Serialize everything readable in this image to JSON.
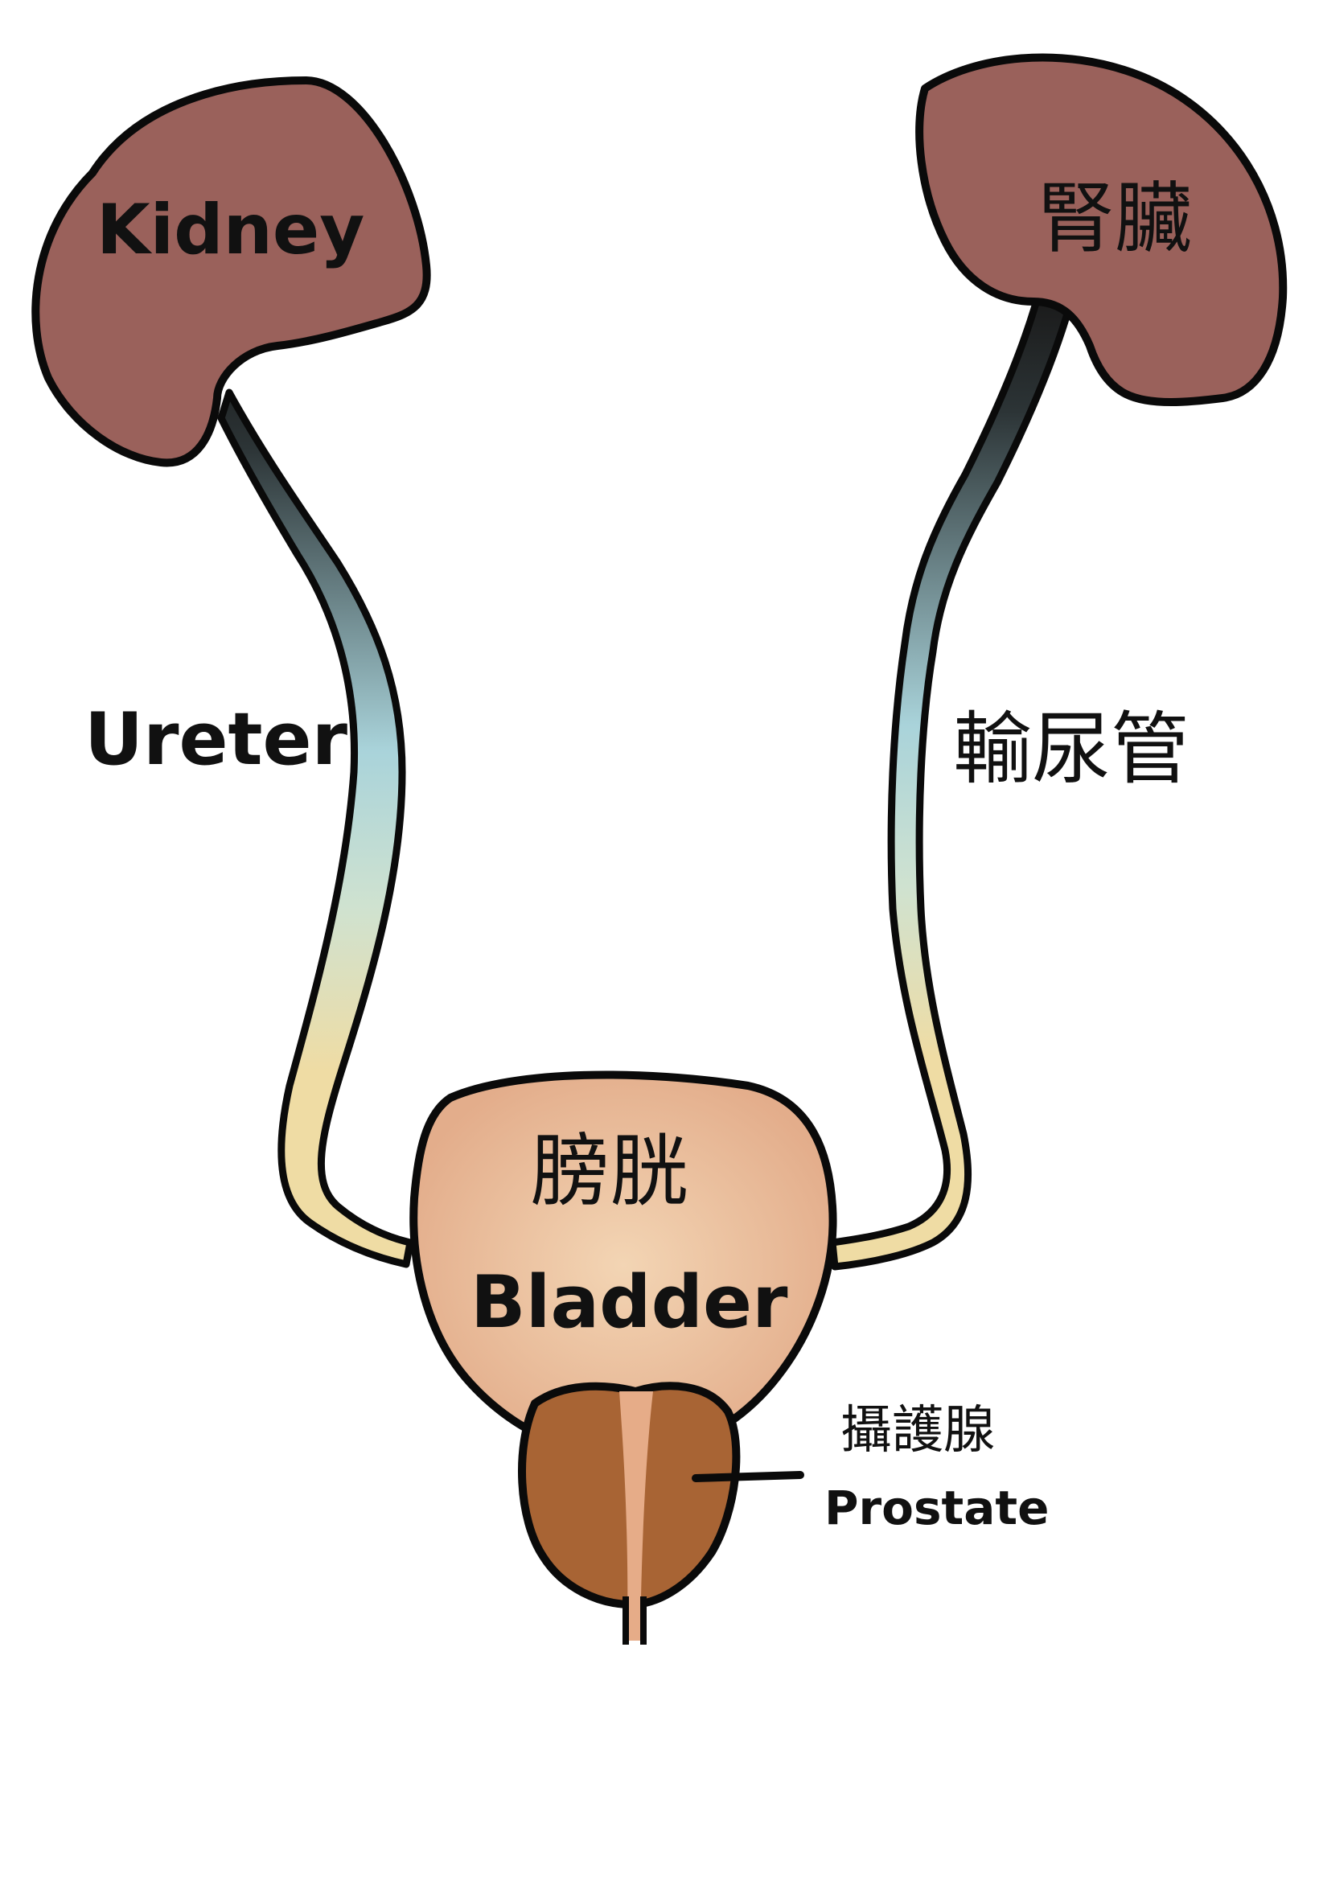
{
  "labels": {
    "kidney_en": "Kidney",
    "kidney_zh": "腎臟",
    "ureter_en": "Ureter",
    "ureter_zh": "輸尿管",
    "bladder_zh": "膀胱",
    "bladder_en": "Bladder",
    "prostate_zh": "攝護腺",
    "prostate_en": "Prostate"
  },
  "colors": {
    "kidney": "#9a615b",
    "outline": "#0a0a0a",
    "ureter_top": "#1a1a1a",
    "ureter_mid": "#a9d3da",
    "ureter_bottom": "#efdca4",
    "bladder_center": "#f3d5b4",
    "bladder_edge": "#e3ad8b",
    "prostate": "#a86434",
    "urethra": "#e6ac88"
  }
}
